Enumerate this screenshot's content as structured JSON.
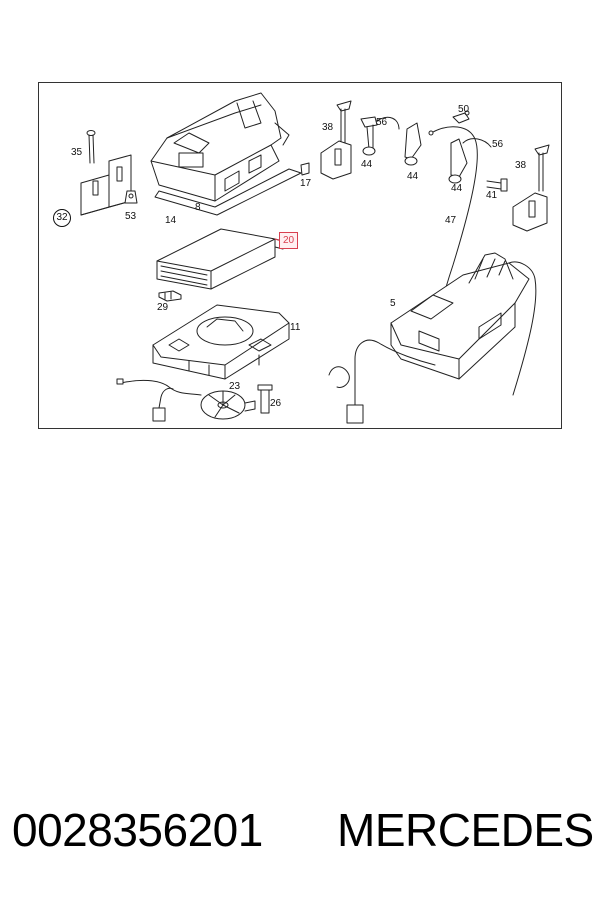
{
  "diagram": {
    "labels": {
      "p5": "5",
      "p8": "8",
      "p11": "11",
      "p14": "14",
      "p17": "17",
      "p20": "20",
      "p23": "23",
      "p26": "26",
      "p29": "29",
      "p32": "32",
      "p35": "35",
      "p38a": "38",
      "p38b": "38",
      "p41": "41",
      "p44a": "44",
      "p44b": "44",
      "p44c": "44",
      "p47": "47",
      "p50": "50",
      "p53": "53",
      "p56a": "56",
      "p56b": "56"
    },
    "highlighted_part": "20",
    "highlight_color": "#d84050"
  },
  "footer": {
    "part_number": "0028356201",
    "brand": "MERCEDES"
  }
}
